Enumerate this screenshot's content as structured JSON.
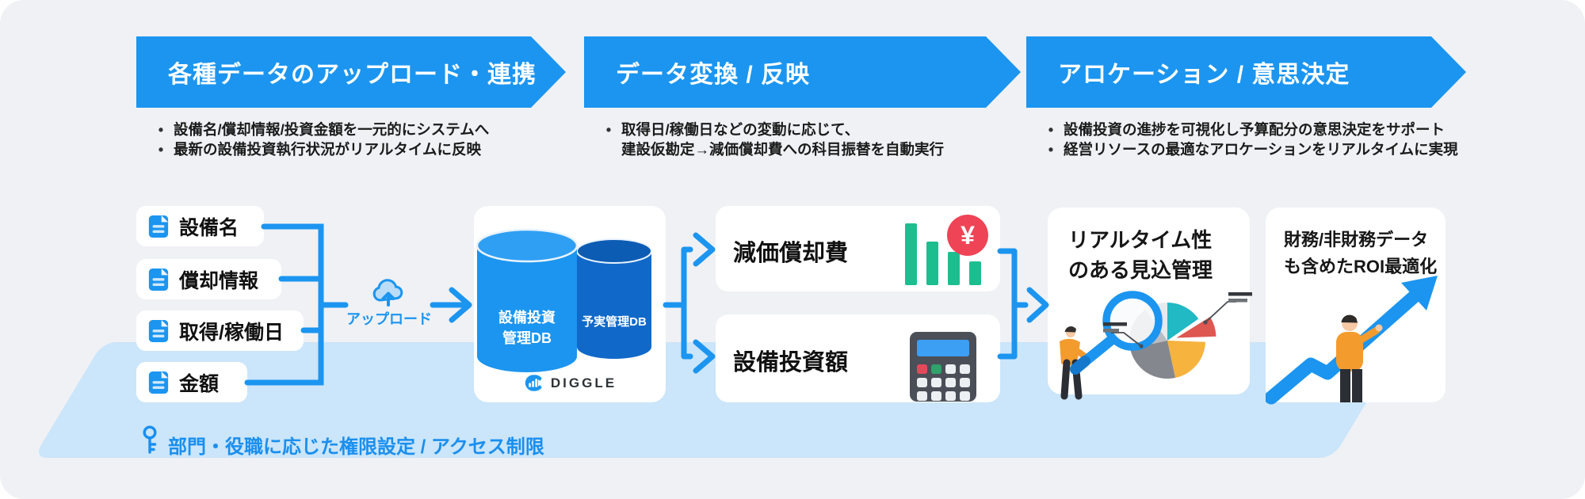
{
  "colors": {
    "primary_blue": "#1B95F0",
    "band_blue": "#CBE5FA",
    "background": "#EFF1F5",
    "db_dark_blue": "#1069C9",
    "bar_green": "#1CBE8F",
    "yen_red": "#EF4456",
    "person_orange": "#F49B2E"
  },
  "steps": [
    {
      "title": "各種データのアップロード・連携",
      "bullets": [
        {
          "marker": "•",
          "text": "設備名/償却情報/投資金額を一元的にシステムへ"
        },
        {
          "marker": "•",
          "text": "最新の設備投資執行状況がリアルタイムに反映"
        }
      ]
    },
    {
      "title": "データ変換 / 反映",
      "bullets": [
        {
          "marker": "•",
          "text": "取得日/稼働日などの変動に応じて、"
        },
        {
          "marker": "",
          "text": "建設仮勘定→減価償却費への科目振替を自動実行"
        }
      ]
    },
    {
      "title": "アロケーション / 意思決定",
      "bullets": [
        {
          "marker": "•",
          "text": "設備投資の進捗を可視化し予算配分の意思決定をサポート"
        },
        {
          "marker": "•",
          "text": "経営リソースの最適なアロケーションをリアルタイムに実現"
        }
      ]
    }
  ],
  "sources": {
    "items": [
      "設備名",
      "償却情報",
      "取得/稼働日",
      "金額"
    ],
    "upload_label": "アップロード"
  },
  "database": {
    "db1_line1": "設備投資",
    "db1_line2": "管理DB",
    "db2": "予実管理DB",
    "brand": "DIGGLE"
  },
  "outputs": {
    "item1": "減価償却費",
    "item2": "設備投資額",
    "yen_symbol": "¥"
  },
  "outcomes": [
    {
      "line1": "リアルタイム性",
      "line2": "のある見込管理"
    },
    {
      "line1": "財務/非財務データ",
      "line2": "も含めたROI最適化"
    }
  ],
  "footer": {
    "text": "部門・役職に応じた権限設定  / アクセス制限"
  }
}
